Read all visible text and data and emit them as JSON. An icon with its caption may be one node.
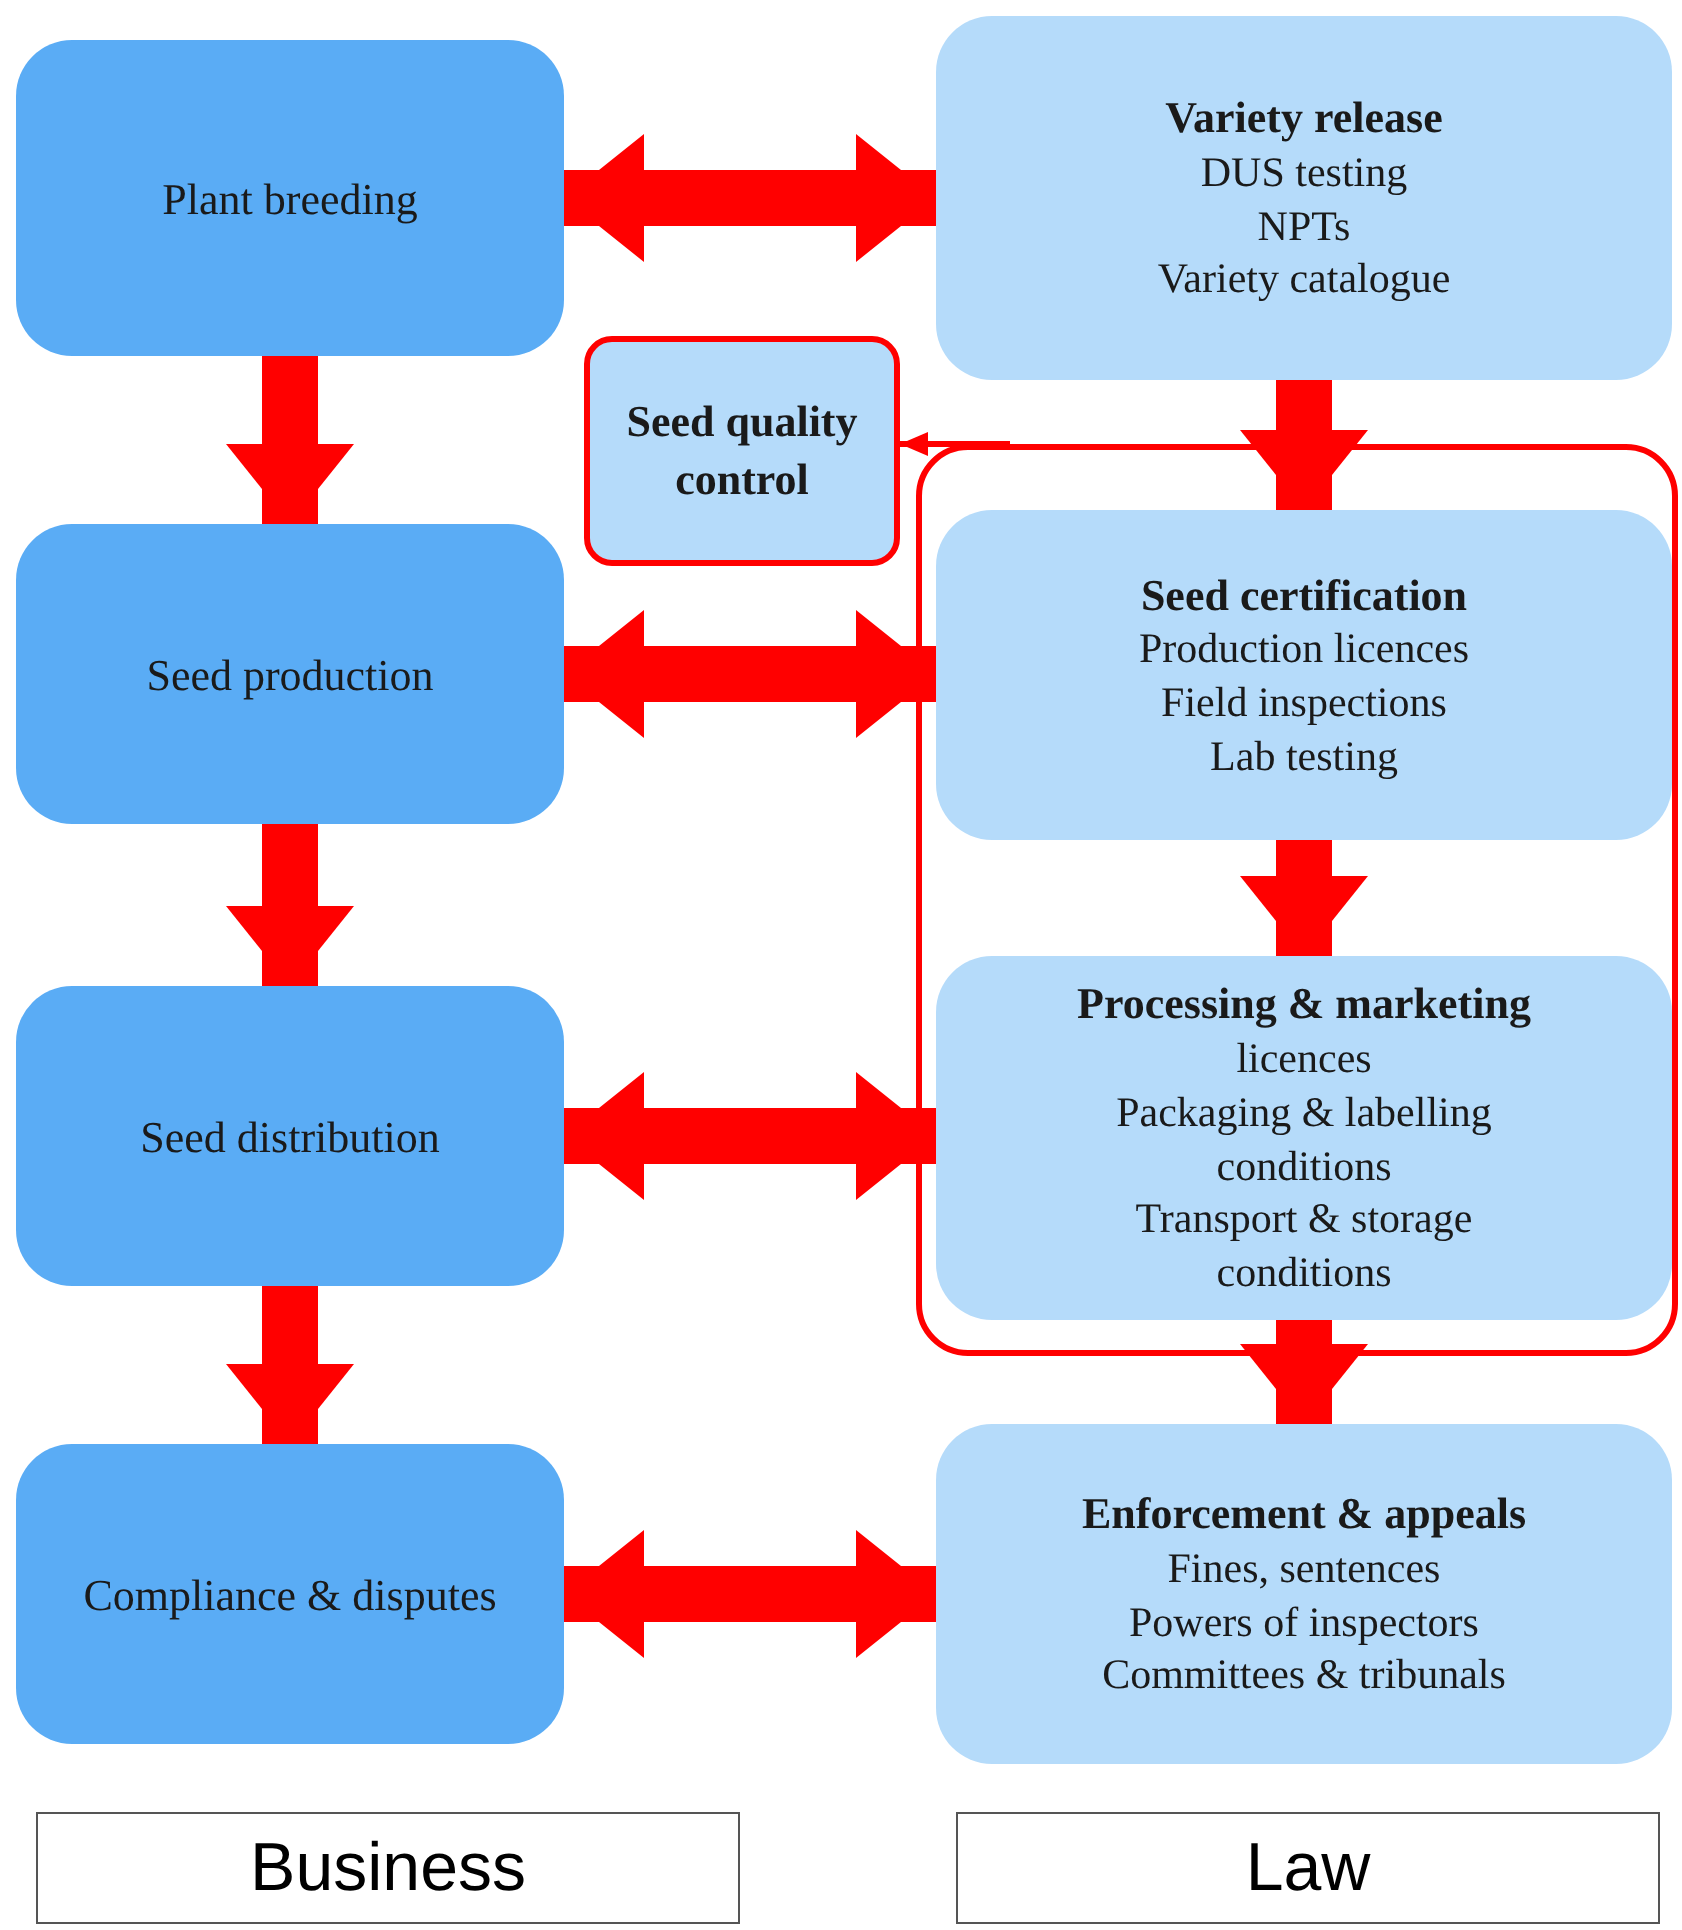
{
  "diagram": {
    "nodes": [
      {
        "text": [
          "Plant breeding"
        ]
      },
      {
        "text": [
          "Variety release",
          "DUS testing",
          "NPTs",
          "Variety catalogue"
        ]
      },
      {
        "text": [
          "Seed quality control"
        ]
      },
      {
        "text": [],
        "shape": "box"
      },
      {
        "text": [
          "Seed production"
        ]
      },
      {
        "text": [
          "Seed certification",
          "Production licences",
          "Field inspections",
          "Lab testing"
        ],
        "in": 3
      },
      {
        "text": [
          "Seed distribution"
        ]
      },
      {
        "text": [
          "Processing & marketing",
          "licences",
          "Packaging & labelling conditions",
          "Transport & storage conditions"
        ],
        "in": 3
      },
      {
        "text": [
          "Compliance & disputes"
        ]
      },
      {
        "text": [
          "Enforcement & appeals",
          "Fines, sentences",
          "Powers of inspectors",
          "Committees & tribunals"
        ]
      },
      {
        "text": [
          "Business"
        ]
      },
      {
        "text": [
          "Law"
        ]
      }
    ],
    "edges": [
      {
        "from": 0,
        "to": 1,
        "arrow": "both"
      },
      {
        "from": 0,
        "to": 4,
        "arrow": "to"
      },
      {
        "from": 1,
        "to": 5,
        "arrow": "to"
      },
      {
        "from": 3,
        "to": 2,
        "arrow": "to"
      },
      {
        "from": 4,
        "to": 5,
        "arrow": "both"
      },
      {
        "from": 4,
        "to": 6,
        "arrow": "to"
      },
      {
        "from": 5,
        "to": 7,
        "arrow": "to"
      },
      {
        "from": 6,
        "to": 7,
        "arrow": "both"
      },
      {
        "from": 6,
        "to": 8,
        "arrow": "to"
      },
      {
        "from": 7,
        "to": 9,
        "arrow": "to"
      },
      {
        "from": 8,
        "to": 9,
        "arrow": "both"
      }
    ]
  }
}
